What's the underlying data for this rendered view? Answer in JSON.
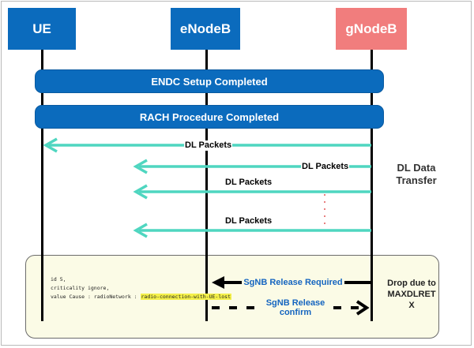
{
  "entities": [
    {
      "name": "UE",
      "color": "#0b6bbd"
    },
    {
      "name": "eNodeB",
      "color": "#0b6bbd"
    },
    {
      "name": "gNodeB",
      "color": "#f17d7d"
    }
  ],
  "banners": {
    "endc": "ENDC Setup Completed",
    "rach": "RACH Procedure Completed"
  },
  "messages": {
    "dl1": "DL Packets",
    "dl2": "DL Packets",
    "dl3": "DL Packets",
    "dl4": "DL Packets",
    "release_required": "SgNB Release Required",
    "release_confirm_line1": "SgNB Release",
    "release_confirm_line2": "confirm"
  },
  "side_labels": {
    "dl_data_transfer_line1": "DL Data",
    "dl_data_transfer_line2": "Transfer",
    "drop_line1": "Drop due to",
    "drop_line2": "MAXDLRET",
    "drop_line3": "X"
  },
  "log": {
    "line1": "id 5,",
    "line2": "criticality ignore,",
    "line3_prefix": "value Cause : radioNetwork : ",
    "line3_highlight": "radio-connection-with-UE-lost"
  },
  "colors": {
    "entity_blue": "#0b6bbd",
    "entity_red": "#f17d7d",
    "dl_arrow": "#4fd6c0",
    "release_text": "#1565c0",
    "highlight": "#f4f04a",
    "box_bg": "#fbfbe6"
  }
}
